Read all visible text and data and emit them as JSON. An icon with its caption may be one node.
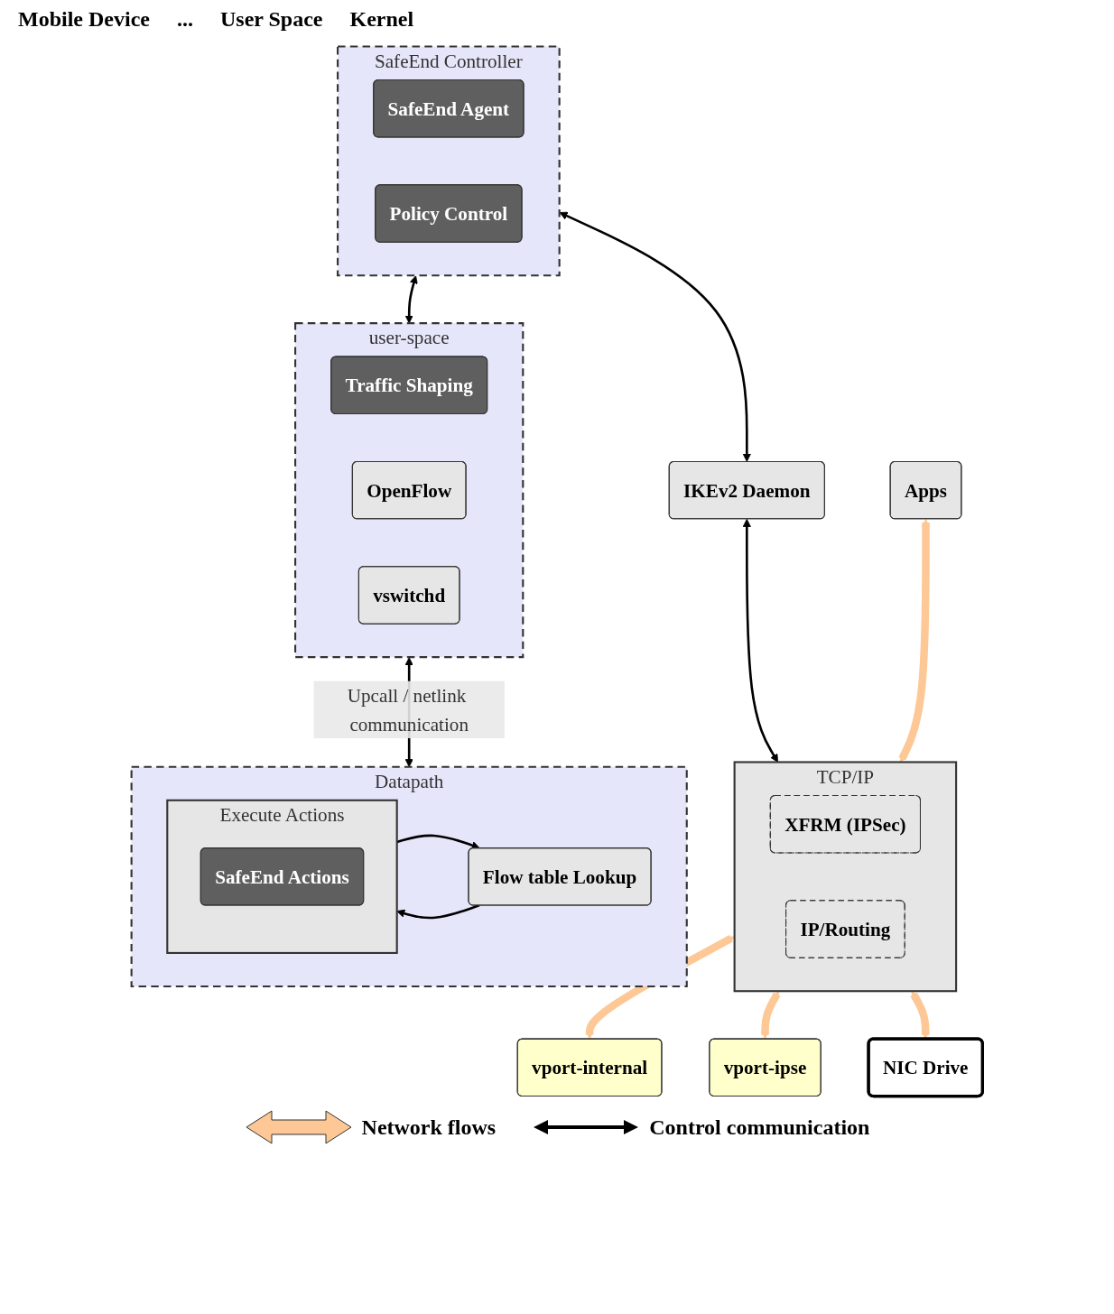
{
  "diagram": {
    "nodes": [
      {
        "text": [
          "SafeEnd Controller"
        ]
      },
      {
        "text": [
          "SafeEnd Agent"
        ],
        "in": 0
      },
      {
        "text": [
          "Policy Control"
        ],
        "in": 0
      },
      {
        "text": [
          "IKEv2 Daemon"
        ]
      },
      {
        "text": [
          "user-space"
        ]
      },
      {
        "text": [
          "Traffic Shaping"
        ],
        "in": 4
      },
      {
        "text": [
          "OpenFlow"
        ],
        "in": 4
      },
      {
        "text": [
          "vswitchd"
        ],
        "in": 4
      },
      {
        "text": [
          "Apps"
        ]
      },
      {
        "text": [
          "TCP/IP"
        ]
      },
      {
        "text": [
          "XFRM (IPSec)"
        ],
        "in": 9
      },
      {
        "text": [
          "IP/Routing"
        ],
        "in": 9
      },
      {
        "text": [
          "vport-internal"
        ]
      },
      {
        "text": [
          "Datapath"
        ]
      },
      {
        "text": [
          "Flow table Lookup"
        ],
        "in": 13
      },
      {
        "text": [
          "Execute Actions"
        ],
        "in": 13
      },
      {
        "text": [
          "SafeEnd Actions"
        ],
        "in": 15
      },
      {
        "text": [
          "vport-ipse"
        ]
      },
      {
        "text": [
          "NIC Drive"
        ]
      }
    ],
    "edges": [
      {
        "from": 0,
        "to": 3,
        "arrow": "both"
      },
      {
        "from": 0,
        "to": 4,
        "arrow": "both"
      },
      {
        "from": 3,
        "to": 9,
        "arrow": "both"
      },
      {
        "from": 4,
        "to": 13,
        "arrow": "both",
        "label": "Upcall / netlink communication"
      },
      {
        "from": 8,
        "to": 9,
        "arrow": "both",
        "style": "thick",
        "color": "#fdc896"
      },
      {
        "from": 9,
        "to": 12,
        "arrow": "both",
        "style": "thick",
        "color": "#fdc896"
      },
      {
        "from": 9,
        "to": 17,
        "arrow": "both",
        "style": "thick",
        "color": "#fdc896"
      },
      {
        "from": 9,
        "to": 18,
        "arrow": "both",
        "style": "thick",
        "color": "#fdc896"
      },
      {
        "from": 14,
        "to": 15,
        "arrow": "to"
      },
      {
        "from": 15,
        "to": 14,
        "arrow": "to"
      }
    ],
    "labels": [
      "Mobile Device",
      "...",
      "User Space",
      "Kernel"
    ],
    "legend": [
      {
        "text": "Network flows"
      },
      {
        "text": "Control communication"
      }
    ]
  }
}
